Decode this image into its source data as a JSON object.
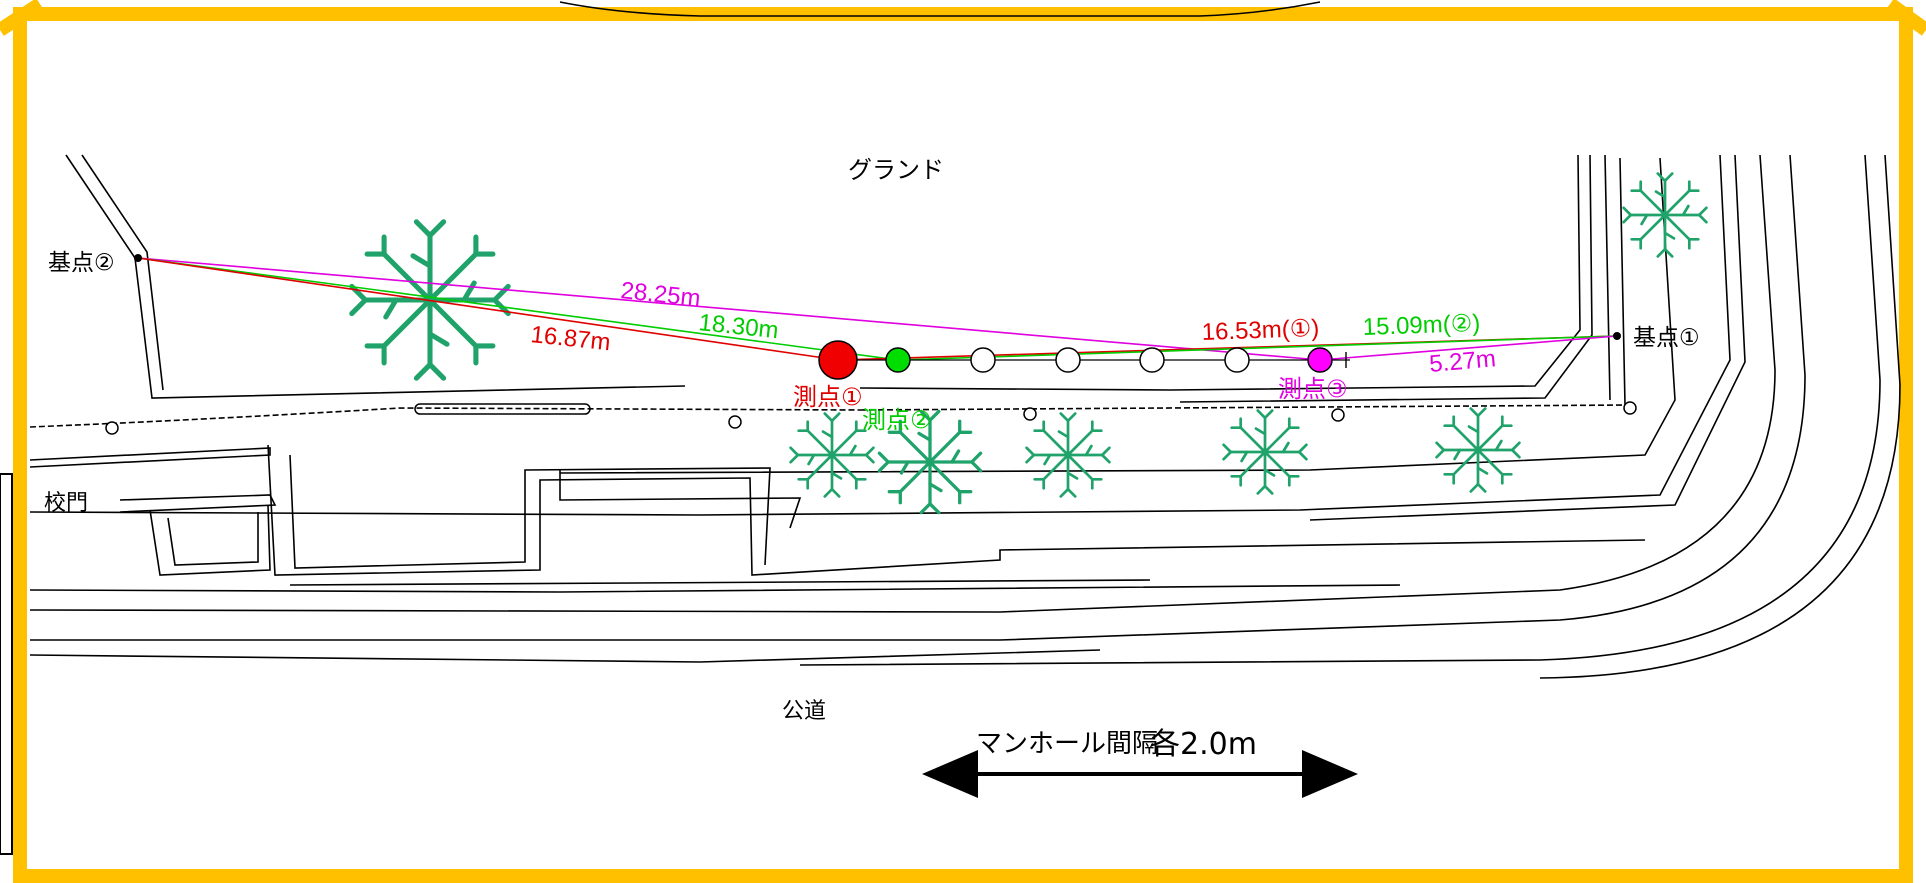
{
  "colors": {
    "frame": "#FFC000",
    "point1": "#E00000",
    "point2": "#00CC00",
    "point3": "#E000E0",
    "tree": "#1FA36A",
    "line": "#000000"
  },
  "labels": {
    "ground": "グランド",
    "base2": "基点②",
    "base1": "基点①",
    "gate": "校門",
    "road": "公道",
    "point1": "測点①",
    "point2": "測点②",
    "point3": "測点③"
  },
  "distances": {
    "d_2825": "28.25m",
    "d_1830": "18.30m",
    "d_1687": "16.87m",
    "d_1653": "16.53m(①)",
    "d_1509": "15.09m(②)",
    "d_527": "5.27m"
  },
  "scale": {
    "caption": "マンホール間隔",
    "value": "各2.0m"
  },
  "icons": {
    "tree": "tree-icon",
    "manhole": "manhole-icon",
    "arrow": "double-arrow-icon"
  }
}
